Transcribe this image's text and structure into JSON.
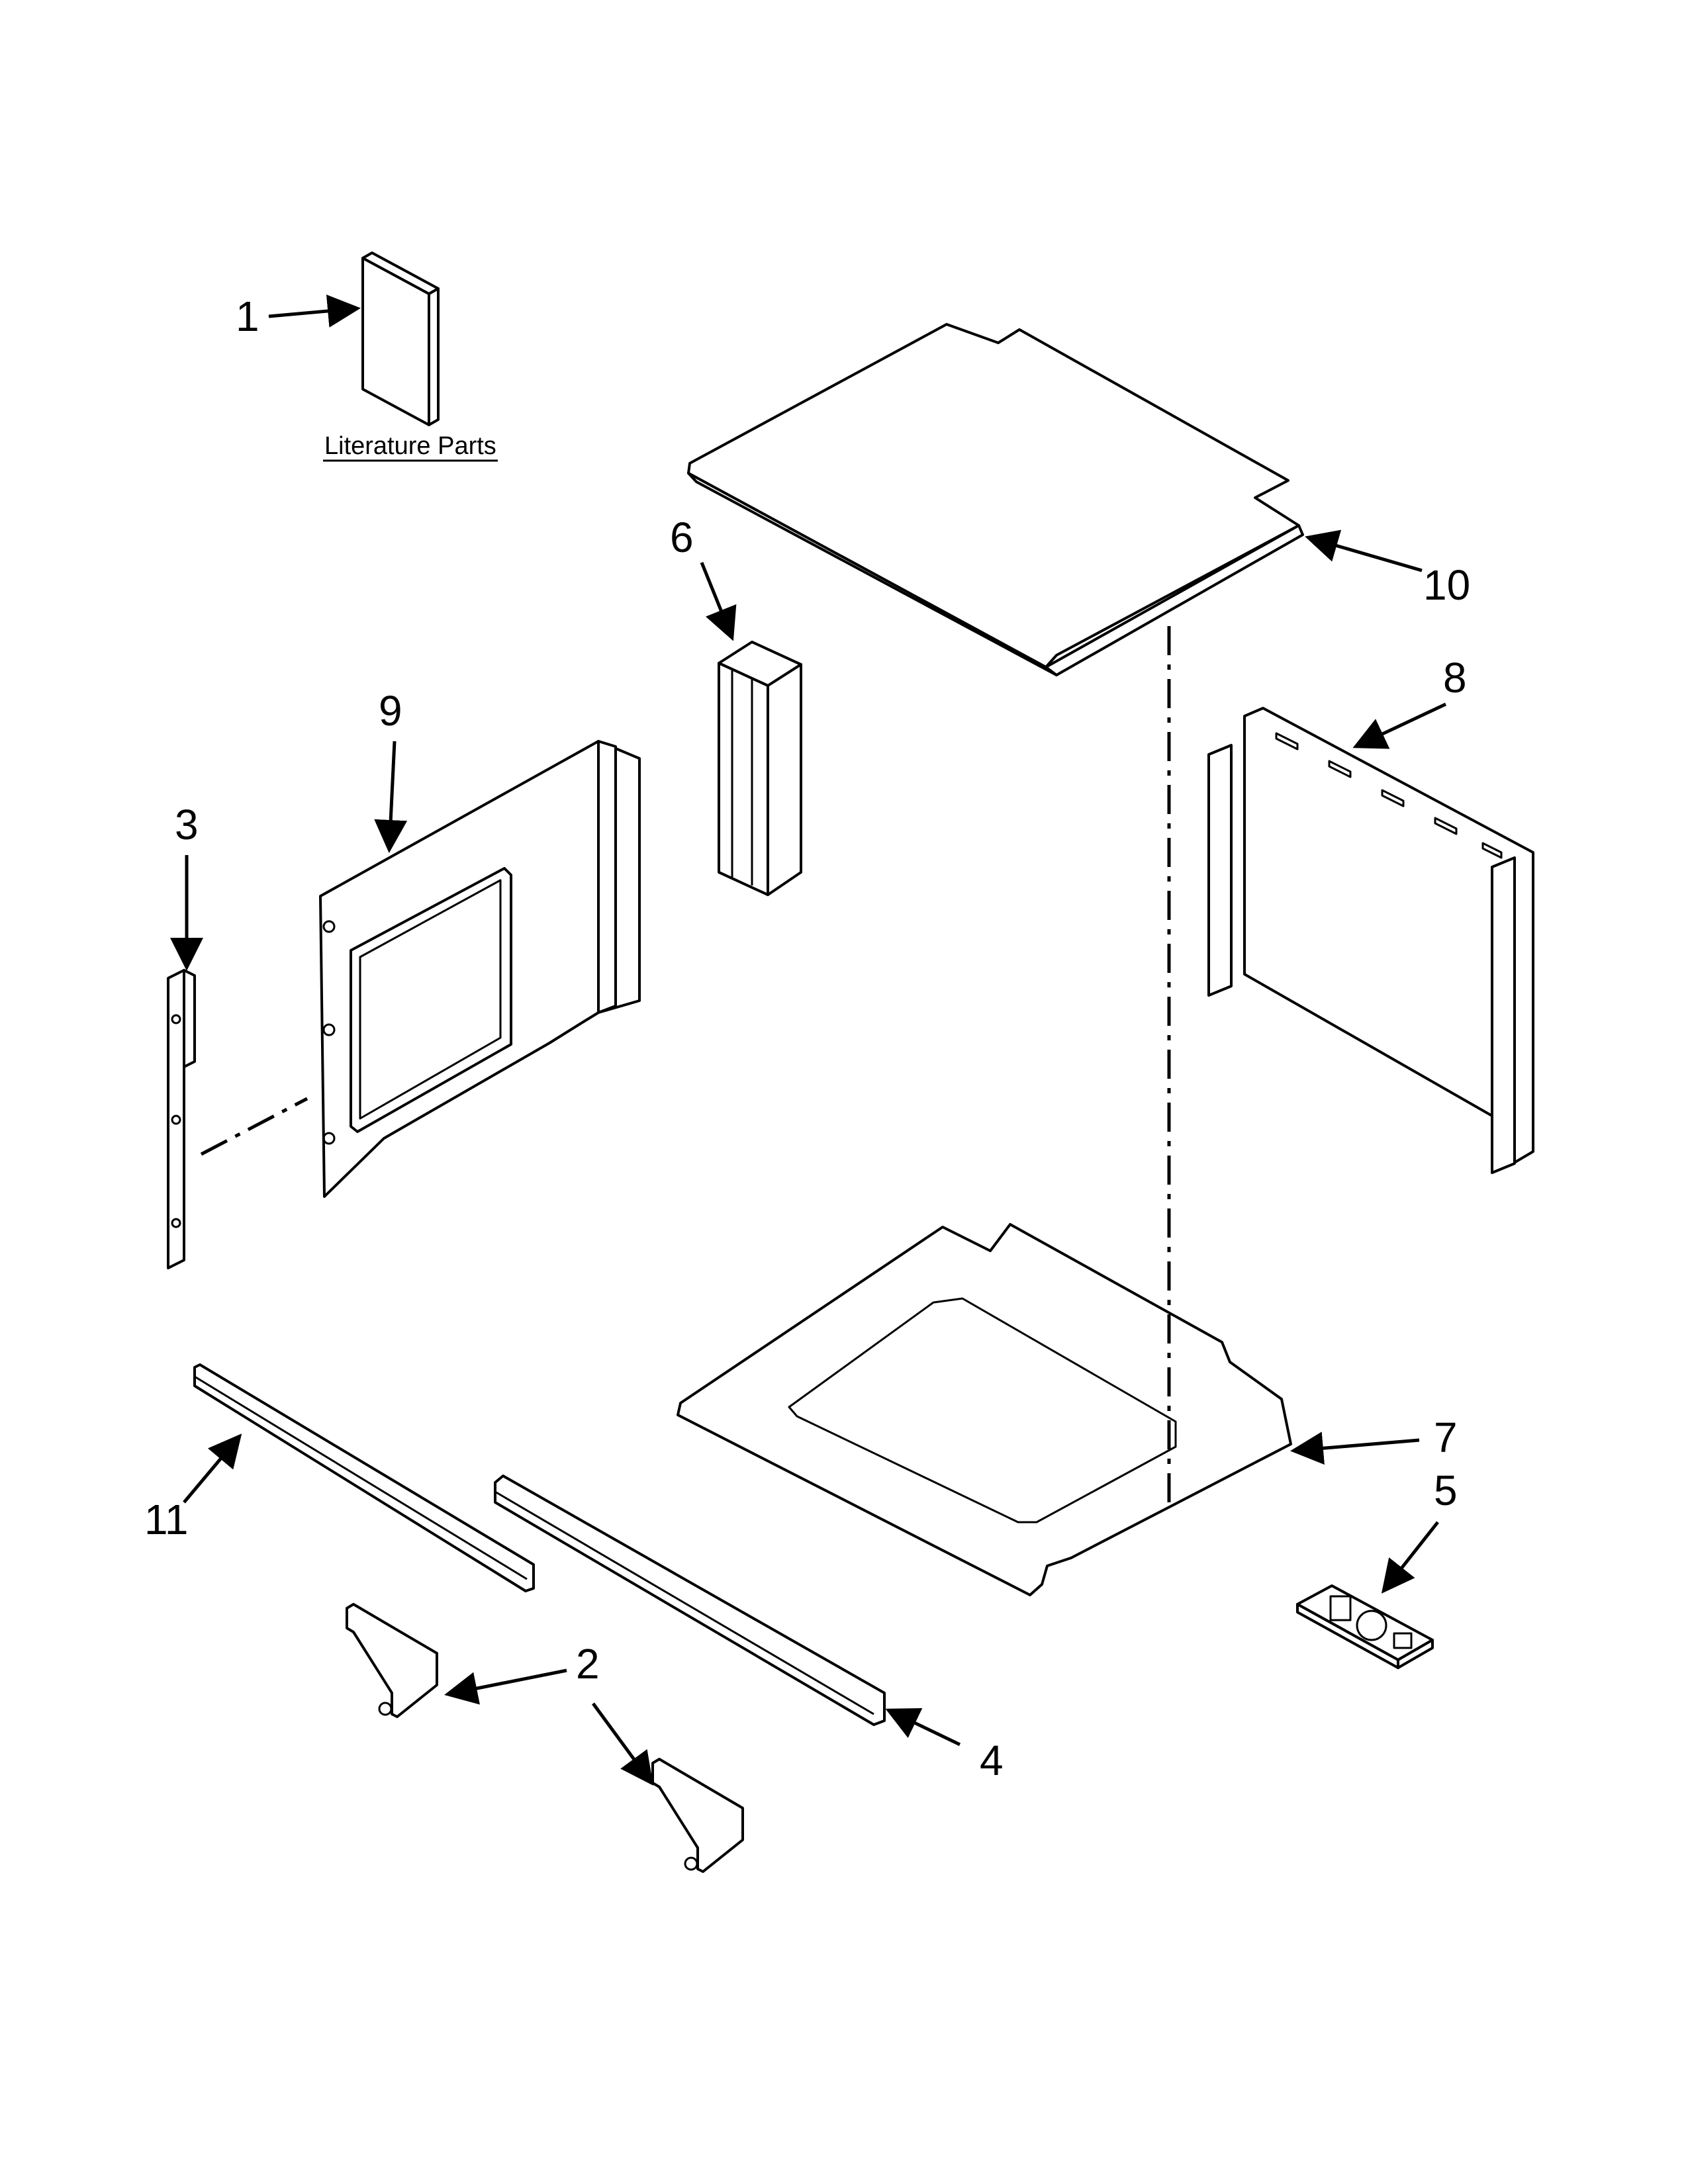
{
  "literature_label": "Literature Parts",
  "callouts": [
    {
      "id": "1",
      "label": "1"
    },
    {
      "id": "2",
      "label": "2"
    },
    {
      "id": "3",
      "label": "3"
    },
    {
      "id": "4",
      "label": "4"
    },
    {
      "id": "5",
      "label": "5"
    },
    {
      "id": "6",
      "label": "6"
    },
    {
      "id": "7",
      "label": "7"
    },
    {
      "id": "8",
      "label": "8"
    },
    {
      "id": "9",
      "label": "9"
    },
    {
      "id": "10",
      "label": "10"
    },
    {
      "id": "11",
      "label": "11"
    }
  ]
}
